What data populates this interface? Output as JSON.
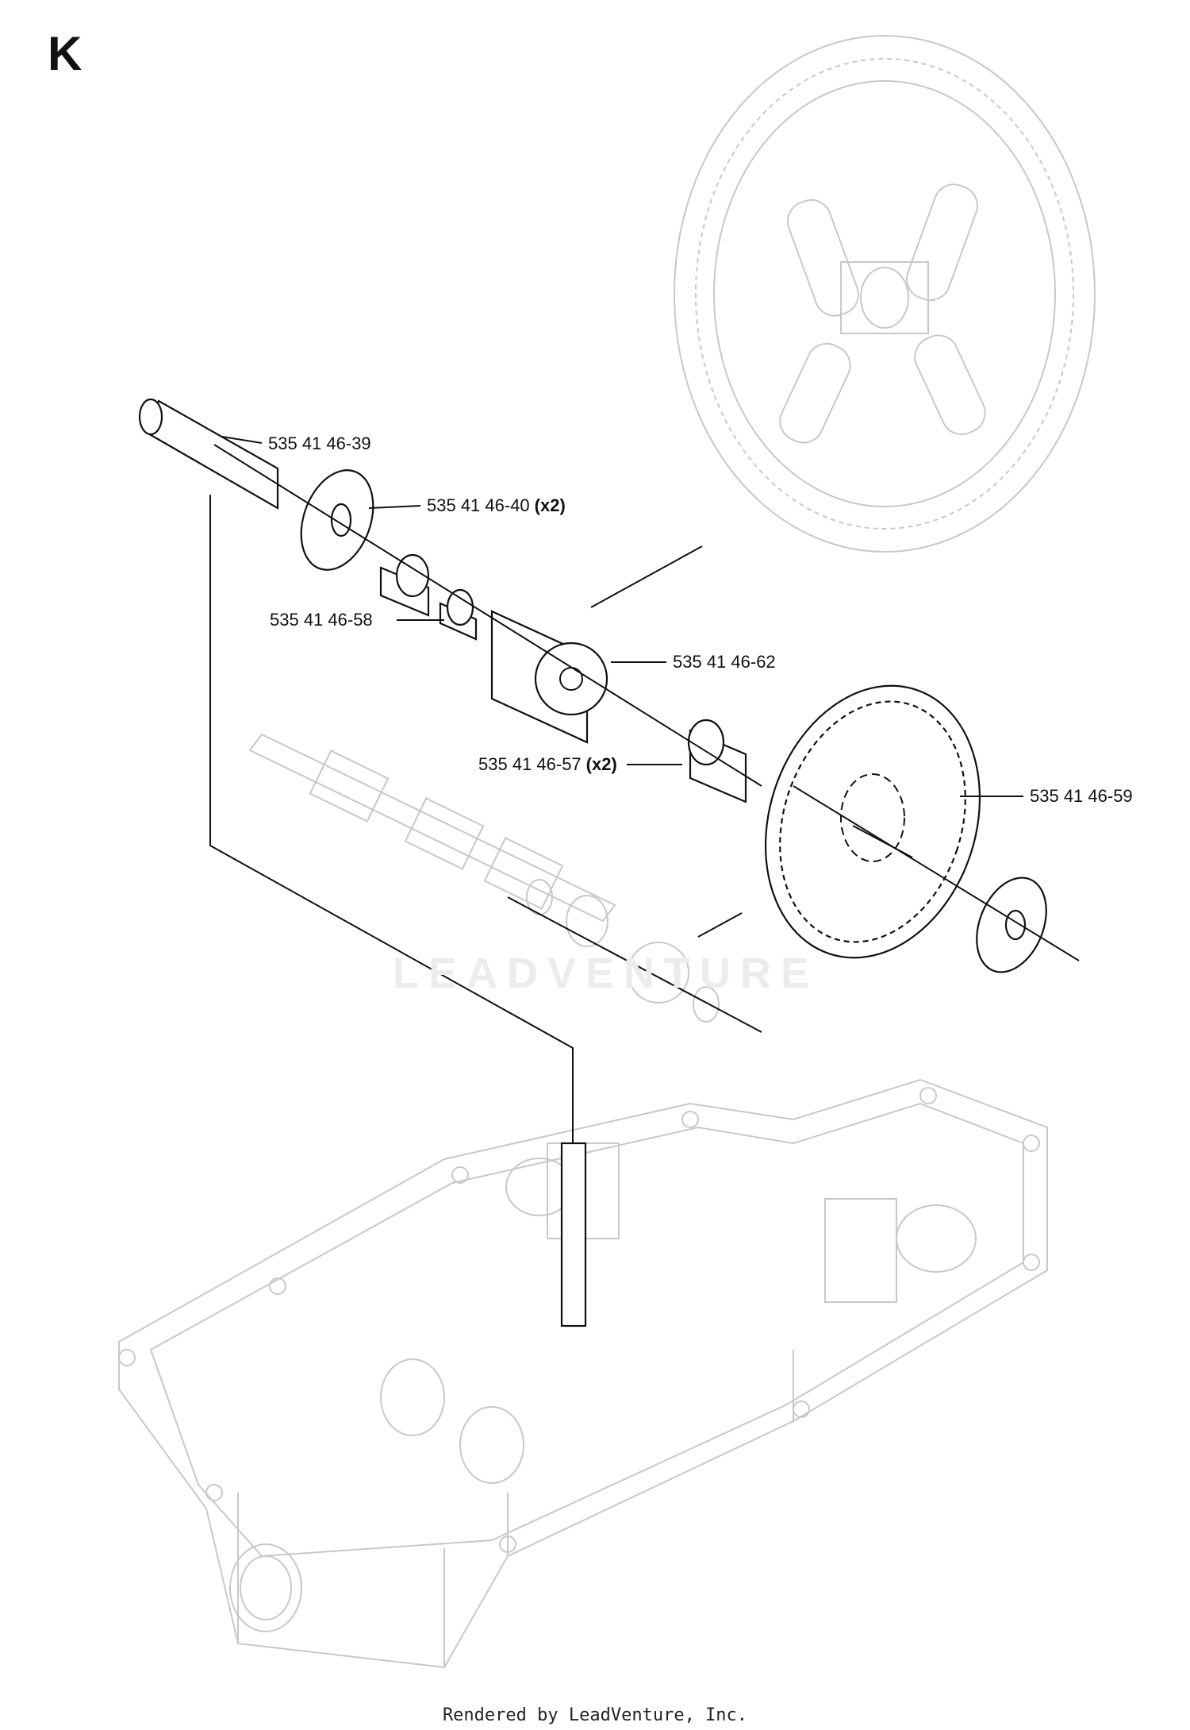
{
  "section_letter": "K",
  "callouts": [
    {
      "id": "shaft-pin",
      "part_number": "535 41 46-39",
      "qty": ""
    },
    {
      "id": "thrust-washer",
      "part_number": "535 41 46-40",
      "qty": "(x2)"
    },
    {
      "id": "bushing-small",
      "part_number": "535 41 46-58",
      "qty": ""
    },
    {
      "id": "pinion-gear",
      "part_number": "535 41 46-62",
      "qty": ""
    },
    {
      "id": "bushing",
      "part_number": "535 41 46-57",
      "qty": "(x2)"
    },
    {
      "id": "spur-gear",
      "part_number": "535 41 46-59",
      "qty": ""
    }
  ],
  "watermark": "LEADVENTURE",
  "footer": {
    "credit": "Rendered by LeadVenture, Inc."
  }
}
